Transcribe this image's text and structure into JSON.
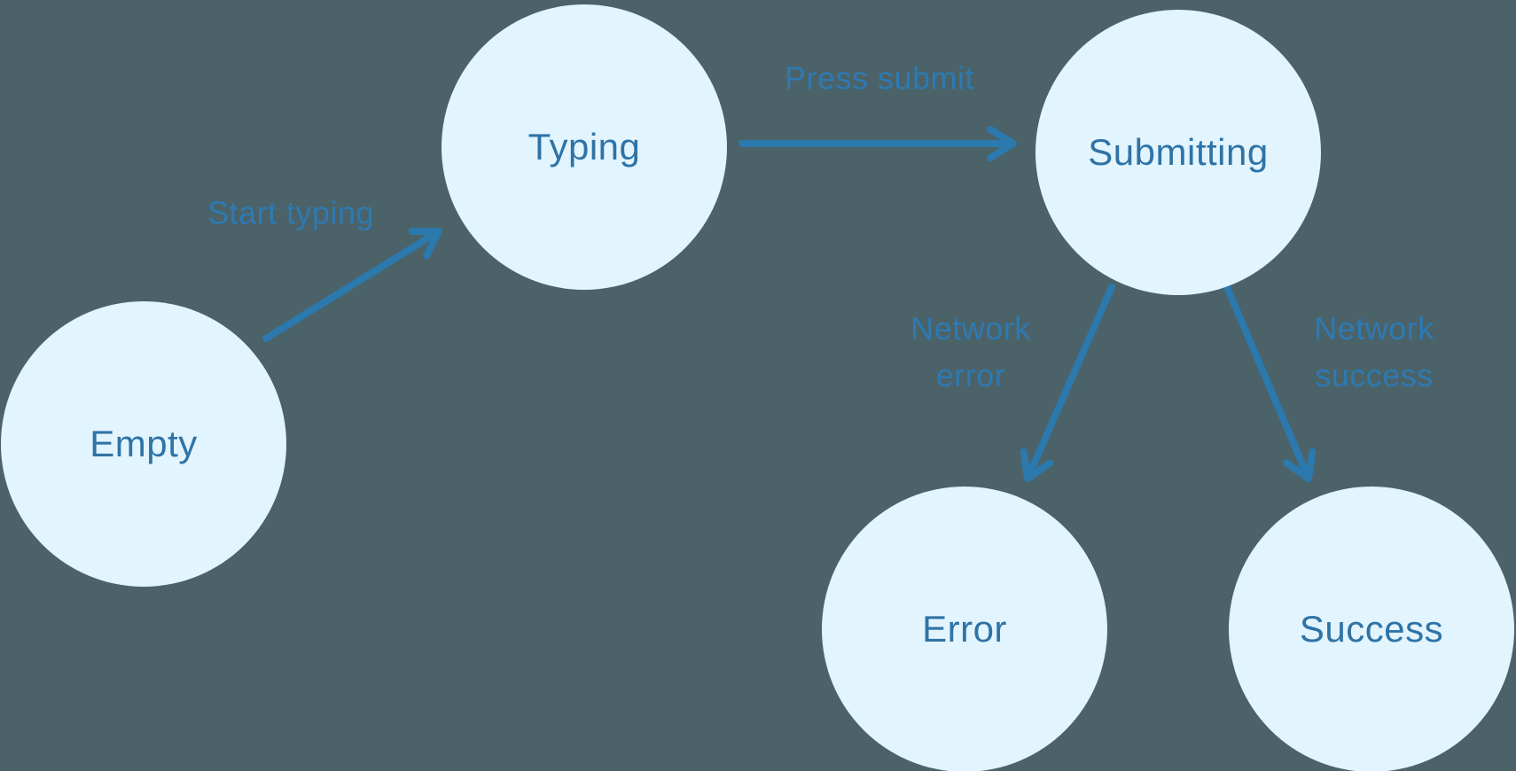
{
  "diagram": {
    "type": "state-machine",
    "colors": {
      "background": "#4b6268",
      "node_fill": "#e2f4fd",
      "node_text": "#2f73a6",
      "edge_text": "#2d7ab3",
      "arrow": "#2b79ad"
    },
    "nodes": [
      {
        "id": "empty",
        "label": "Empty"
      },
      {
        "id": "typing",
        "label": "Typing"
      },
      {
        "id": "submitting",
        "label": "Submitting"
      },
      {
        "id": "error",
        "label": "Error"
      },
      {
        "id": "success",
        "label": "Success"
      }
    ],
    "edges": [
      {
        "from": "empty",
        "to": "typing",
        "label": "Start typing"
      },
      {
        "from": "typing",
        "to": "submitting",
        "label": "Press submit"
      },
      {
        "from": "submitting",
        "to": "error",
        "label": "Network error"
      },
      {
        "from": "submitting",
        "to": "success",
        "label": "Network success"
      }
    ]
  }
}
